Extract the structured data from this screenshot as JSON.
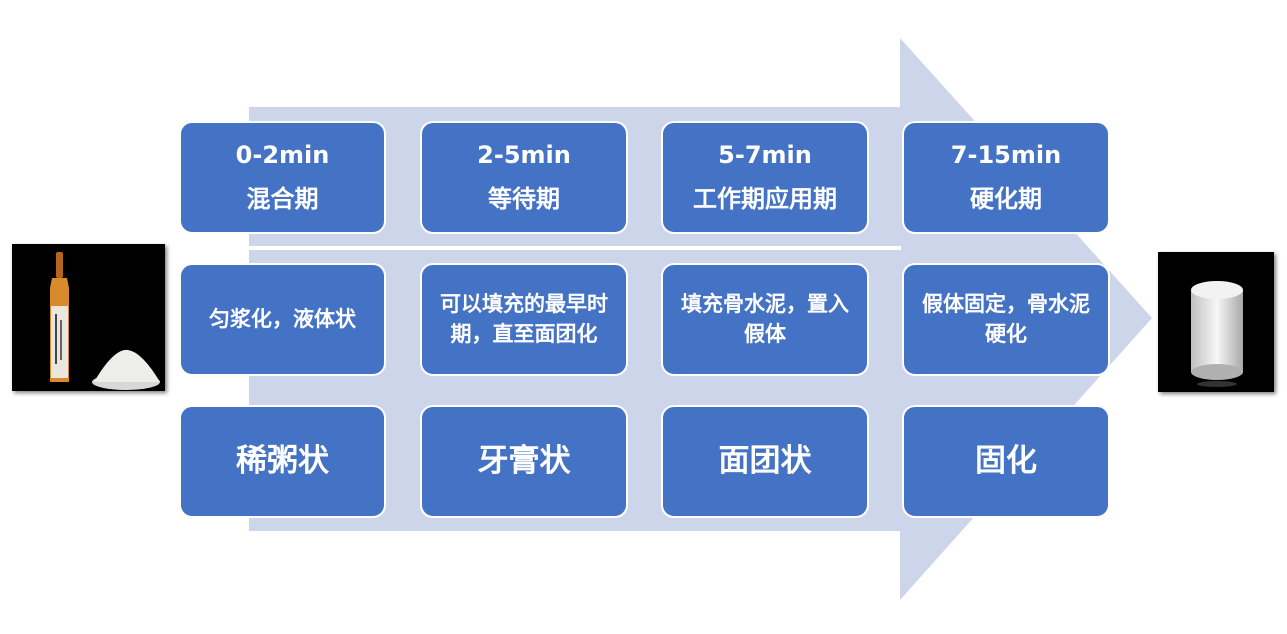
{
  "colors": {
    "arrow": "#cdd5ea",
    "box": "#4472c4",
    "box_border": "#ffffff",
    "text": "#ffffff"
  },
  "stages": [
    {
      "time": "0-2min",
      "phase": "混合期",
      "description": "匀浆化，液体状",
      "state": "稀粥状"
    },
    {
      "time": "2-5min",
      "phase": "等待期",
      "description": "可以填充的最早时期，直至面团化",
      "state": "牙膏状"
    },
    {
      "time": "5-7min",
      "phase": "工作期应用期",
      "description": "填充骨水泥，置入假体",
      "state": "面团状"
    },
    {
      "time": "7-15min",
      "phase": "硬化期",
      "description": "假体固定，骨水泥硬化",
      "state": "固化"
    }
  ],
  "images": {
    "left": "bone-cement-ampoule-and-powder-photo",
    "right": "hardened-cement-cylinder-photo"
  }
}
